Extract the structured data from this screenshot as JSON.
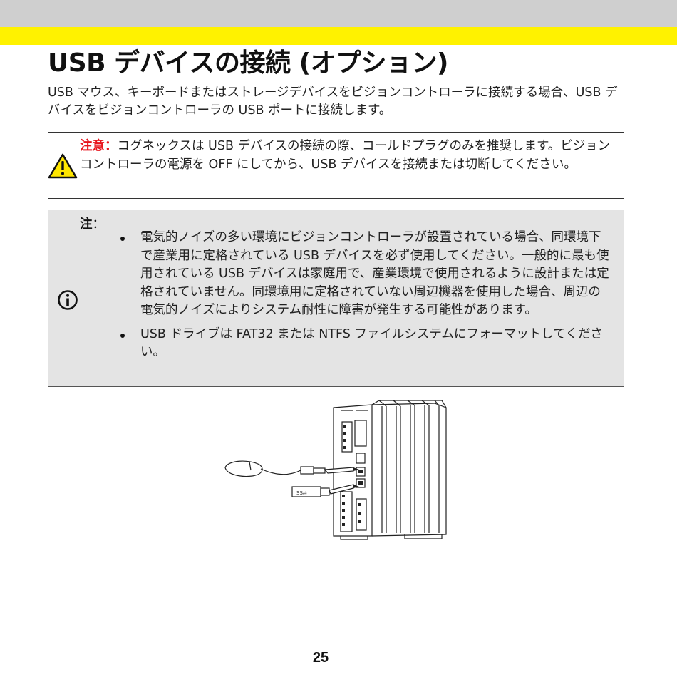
{
  "header": {
    "gray_color": "#cfcfcf",
    "accent_color": "#fff200"
  },
  "title": "USB デバイスの接続 (オプション)",
  "intro": "USB マウス、キーボードまたはストレージデバイスをビジョンコントローラに接続する場合、USB デバイスをビジョンコントローラの USB ポートに接続します。",
  "caution": {
    "icon": "warning-triangle-icon",
    "label": "注意：",
    "text": "コグネックスは USB デバイスの接続の際、コールドプラグのみを推奨します。ビジョンコントローラの電源を OFF にしてから、USB デバイスを接続または切断してください。",
    "label_color": "#e8141c"
  },
  "note": {
    "icon": "info-icon",
    "label": "注",
    "colon": "：",
    "items": [
      "電気的ノイズの多い環境にビジョンコントローラが設置されている場合、同環境下で産業用に定格されている USB デバイスを必ず使用してください。一般的に最も使用されている USB デバイスは家庭用で、産業環境で使用されるように設計または定格されていません。同環境用に定格されていない周辺機器を使用した場合、周辺の電気的ノイズによりシステム耐性に障害が発生する可能性があります。",
      "USB ドライブは FAT32 または NTFS ファイルシステムにフォーマットしてください。"
    ]
  },
  "figure": {
    "icon": "usb-device-connection-illustration"
  },
  "page_number": "25"
}
